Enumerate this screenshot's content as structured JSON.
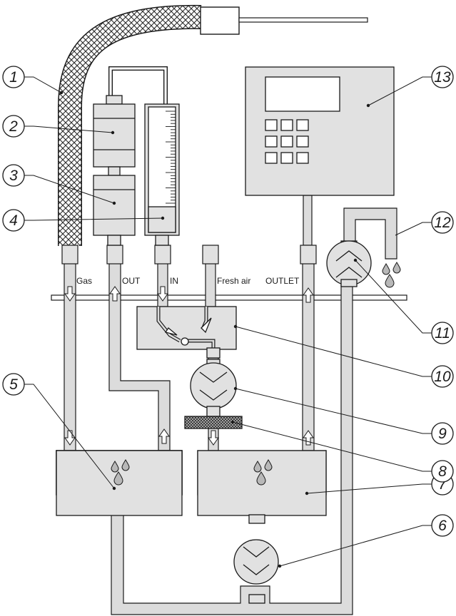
{
  "labels": {
    "gas": "Gas",
    "out": "OUT",
    "in": "IN",
    "fresh_air": "Fresh air",
    "outlet": "OUTLET"
  },
  "callouts": [
    {
      "num": "1"
    },
    {
      "num": "2"
    },
    {
      "num": "3"
    },
    {
      "num": "4"
    },
    {
      "num": "5"
    },
    {
      "num": "6"
    },
    {
      "num": "7"
    },
    {
      "num": "8"
    },
    {
      "num": "9"
    },
    {
      "num": "10"
    },
    {
      "num": "11"
    },
    {
      "num": "12"
    },
    {
      "num": "13"
    }
  ],
  "colors": {
    "fill": "#e1e1e1",
    "stroke": "#1a1a1a",
    "pipe": "#dcdcdc",
    "mesh": "#2a2a2a"
  }
}
